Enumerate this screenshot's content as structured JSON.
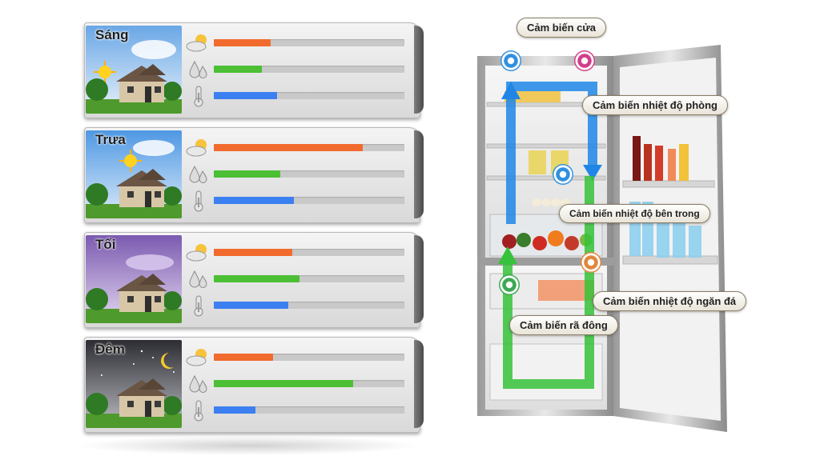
{
  "periods": [
    {
      "label": "Sáng",
      "sky": "day",
      "sun": true,
      "moon": false,
      "cloud_level": 0.3,
      "humidity_level": 0.25,
      "temp_level": 0.33
    },
    {
      "label": "Trưa",
      "sky": "noon",
      "sun": true,
      "moon": false,
      "cloud_level": 0.78,
      "humidity_level": 0.35,
      "temp_level": 0.42
    },
    {
      "label": "Tối",
      "sky": "evening",
      "sun": false,
      "moon": false,
      "cloud_level": 0.41,
      "humidity_level": 0.45,
      "temp_level": 0.39
    },
    {
      "label": "Đêm",
      "sky": "night",
      "sun": false,
      "moon": true,
      "cloud_level": 0.31,
      "humidity_level": 0.73,
      "temp_level": 0.22
    }
  ],
  "meters": [
    {
      "icon": "sun-cloud-icon",
      "color": "#f26b2e"
    },
    {
      "icon": "water-drops-icon",
      "color": "#4cbf35"
    },
    {
      "icon": "thermometer-icon",
      "color": "#3b7ff0"
    }
  ],
  "sensors": {
    "door": "Cảm biến cửa",
    "room_temp": "Cảm biến nhiệt độ phòng",
    "inside_temp": "Cảm biến nhiệt độ bên trong",
    "freezer_temp": "Cảm biến nhiệt độ ngăn đá",
    "defrost": "Cảm biến rã đông"
  },
  "colors": {
    "sensor_blue": "#2f8fe0",
    "sensor_pink": "#d23d8a",
    "sensor_orange": "#e0863a",
    "sensor_green": "#3aa852",
    "airflow_blue": "#1f86e6",
    "airflow_green": "#36c23a"
  }
}
